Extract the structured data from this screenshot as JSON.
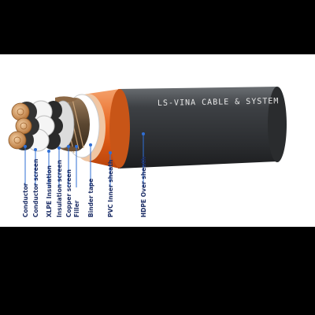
{
  "brand_text": "LS-VINA CABLE & SYSTEM",
  "layer_labels": [
    "Conductor",
    "Conductor screen",
    "XLPE Insulation",
    "Insulation screen",
    "Copper screen",
    "Filler",
    "Binder tape",
    "PVC Inner sheath",
    "HDPE Over sheath"
  ],
  "colors": {
    "background": "#000000",
    "panel": "#ffffff",
    "outer_sheath": "#3a3d40",
    "inner_sheath": "#e8621a",
    "label_text": "#1d2e66",
    "leader_dot": "#2f6fd6"
  }
}
